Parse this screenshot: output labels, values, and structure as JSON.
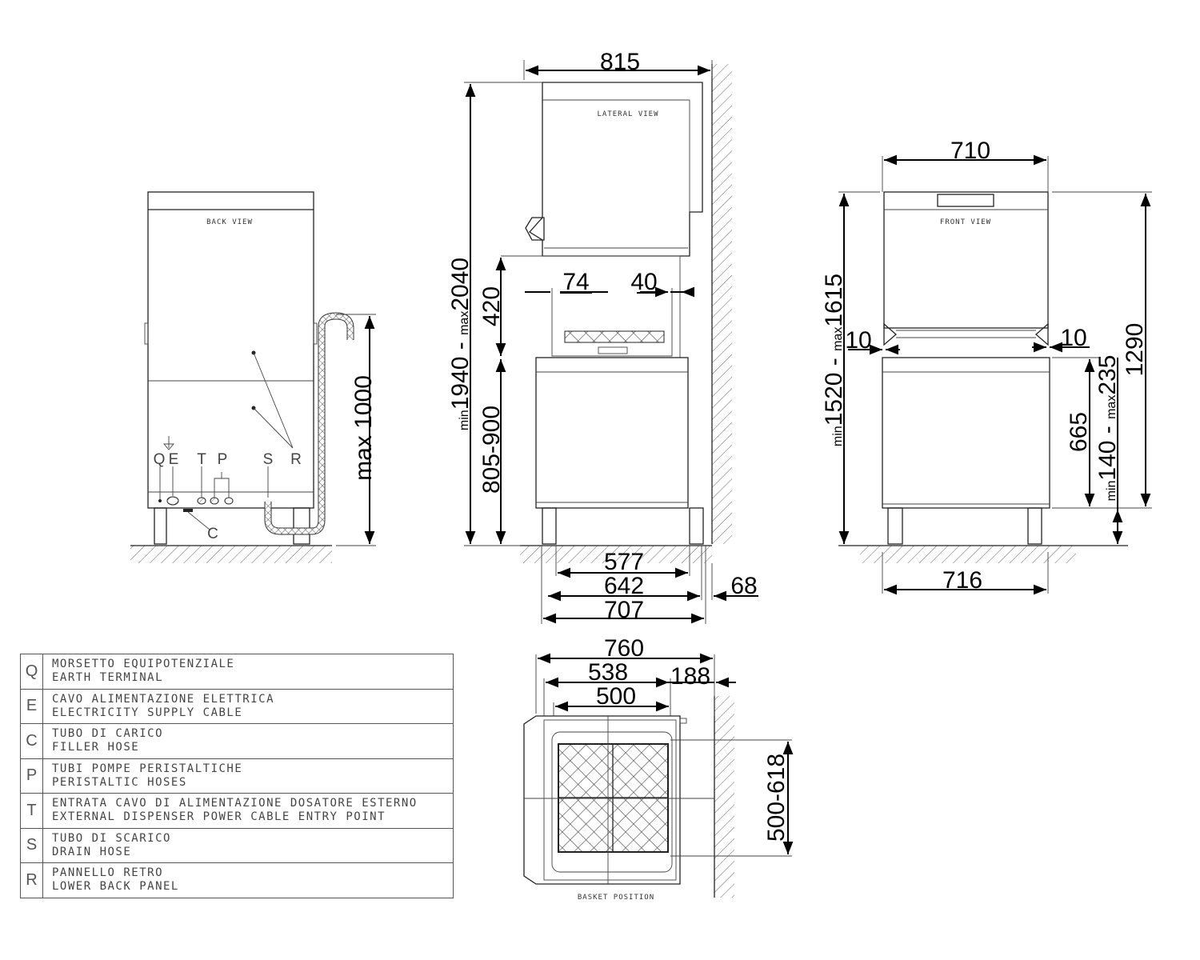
{
  "views": {
    "back": "BACK VIEW",
    "lateral": "LATERAL VIEW",
    "front": "FRONT VIEW",
    "basket": "BASKET POSITION"
  },
  "back_labels": [
    "Q",
    "E",
    "T",
    "P",
    "S",
    "R",
    "C"
  ],
  "dims": {
    "back_height": "max 1000",
    "lat_width": "815",
    "lat_height": {
      "min": "min",
      "v1": "1940 - ",
      "max": "max",
      "v2": "2040"
    },
    "lat_open": "420",
    "lat_table": "805-900",
    "lat_left": "74",
    "lat_right": "40",
    "lat_577": "577",
    "lat_642": "642",
    "lat_707": "707",
    "lat_wall": "68",
    "front_width": "710",
    "front_base": "716",
    "front_height": {
      "min": "min",
      "v1": "1520 - ",
      "max": "max",
      "v2": "1615"
    },
    "front_1290": "1290",
    "front_665": "665",
    "front_feet": {
      "min": "min",
      "v1": "140 - ",
      "max": "max",
      "v2": "235"
    },
    "front_left10": "10",
    "front_right10": "10",
    "basket_760": "760",
    "basket_538": "538",
    "basket_188": "188",
    "basket_500": "500",
    "basket_depth": "500-618"
  },
  "legend": [
    {
      "key": "Q",
      "it": "MORSETTO EQUIPOTENZIALE",
      "en": "EARTH TERMINAL"
    },
    {
      "key": "E",
      "it": "CAVO ALIMENTAZIONE ELETTRICA",
      "en": "ELECTRICITY SUPPLY CABLE"
    },
    {
      "key": "C",
      "it": "TUBO DI CARICO",
      "en": "FILLER HOSE"
    },
    {
      "key": "P",
      "it": "TUBI POMPE PERISTALTICHE",
      "en": "PERISTALTIC HOSES"
    },
    {
      "key": "T",
      "it": "ENTRATA CAVO DI ALIMENTAZIONE DOSATORE ESTERNO",
      "en": "EXTERNAL DISPENSER POWER CABLE ENTRY POINT"
    },
    {
      "key": "S",
      "it": "TUBO DI SCARICO",
      "en": "DRAIN HOSE"
    },
    {
      "key": "R",
      "it": "PANNELLO RETRO",
      "en": "LOWER BACK PANEL"
    }
  ]
}
